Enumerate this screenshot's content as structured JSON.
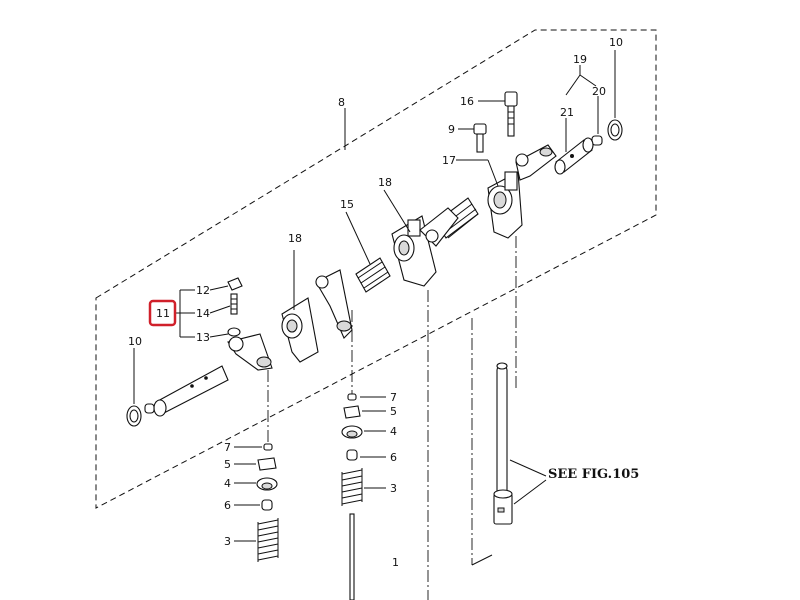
{
  "diagram": {
    "labels": {
      "p8": "8",
      "p10a": "10",
      "p10b": "10",
      "p19": "19",
      "p20": "20",
      "p21": "21",
      "p16": "16",
      "p9": "9",
      "p17": "17",
      "p18a": "18",
      "p18b": "18",
      "p15": "15",
      "p12": "12",
      "p11": "11",
      "p14": "14",
      "p13": "13",
      "p7a": "7",
      "p5a": "5",
      "p4a": "4",
      "p6a": "6",
      "p3a": "3",
      "p7b": "7",
      "p5b": "5",
      "p4b": "4",
      "p6b": "6",
      "p3b": "3",
      "p1": "1"
    },
    "reference": "SEE FIG.105",
    "highlighted_part": "11",
    "highlight_color": "#d0202a"
  }
}
